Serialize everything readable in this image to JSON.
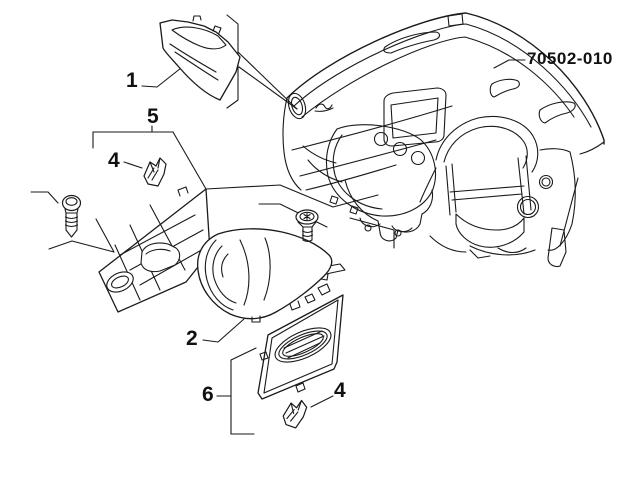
{
  "diagram": {
    "background_color": "#ffffff",
    "line_color": "#1a1a1a",
    "code_label": "70502-010",
    "callouts": [
      {
        "id": "part-1",
        "label": "1"
      },
      {
        "id": "part-5",
        "label": "5"
      },
      {
        "id": "part-4-upper",
        "label": "4"
      },
      {
        "id": "part-2",
        "label": "2"
      },
      {
        "id": "part-6",
        "label": "6"
      },
      {
        "id": "part-4-lower",
        "label": "4"
      }
    ]
  }
}
